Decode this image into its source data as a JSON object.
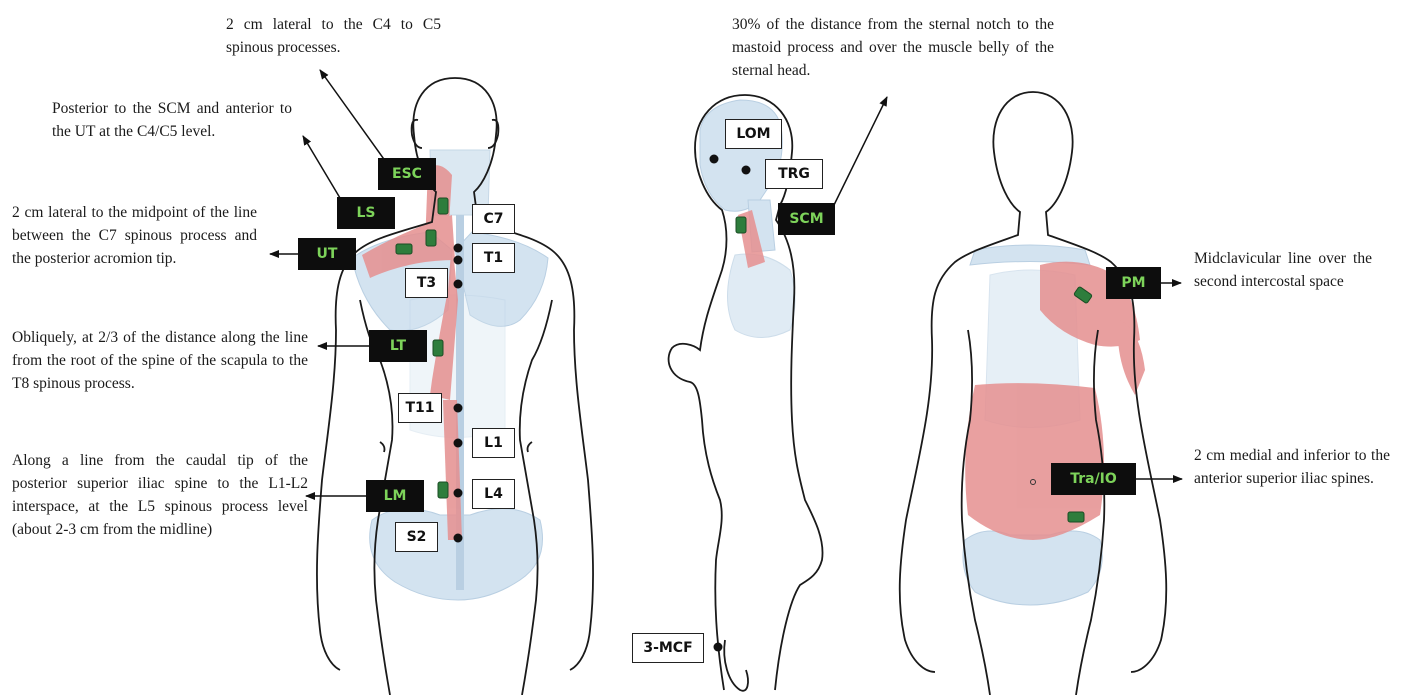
{
  "descriptions": {
    "esc": "2 cm lateral to the C4 to C5 spinous processes.",
    "ls": "Posterior to the SCM and anterior to the UT at the C4/C5 level.",
    "ut": "2 cm lateral to the midpoint of the line between the C7 spinous process and the posterior acromion tip.",
    "lt": "Obliquely, at 2/3 of the distance along the line from the root of the spine of the scapula to the T8 spinous process.",
    "lm": "Along a line from the caudal tip of the posterior superior iliac spine to the L1-L2 interspace, at the L5 spinous process level (about 2-3 cm from the midline)",
    "scm": "30% of the distance from the sternal notch to the mastoid process and over the muscle belly of the sternal head.",
    "pm": "Midclavicular line over the second intercostal space",
    "tra": "2 cm medial and inferior to the anterior superior iliac spines."
  },
  "muscle_labels": {
    "esc": "ESC",
    "ls": "LS",
    "ut": "UT",
    "lt": "LT",
    "lm": "LM",
    "scm": "SCM",
    "pm": "PM",
    "tra": "Tra/IO"
  },
  "landmark_labels": {
    "c7": "C7",
    "t1": "T1",
    "t3": "T3",
    "t11": "T11",
    "l1": "L1",
    "l4": "L4",
    "s2": "S2",
    "lom": "LOM",
    "trg": "TRG",
    "mcf": "3-MCF"
  },
  "colors": {
    "muscle": "#e58f8f",
    "bone": "#cfe0ee",
    "sensor": "#2e7d3c",
    "label_text": "#7dd35a"
  }
}
